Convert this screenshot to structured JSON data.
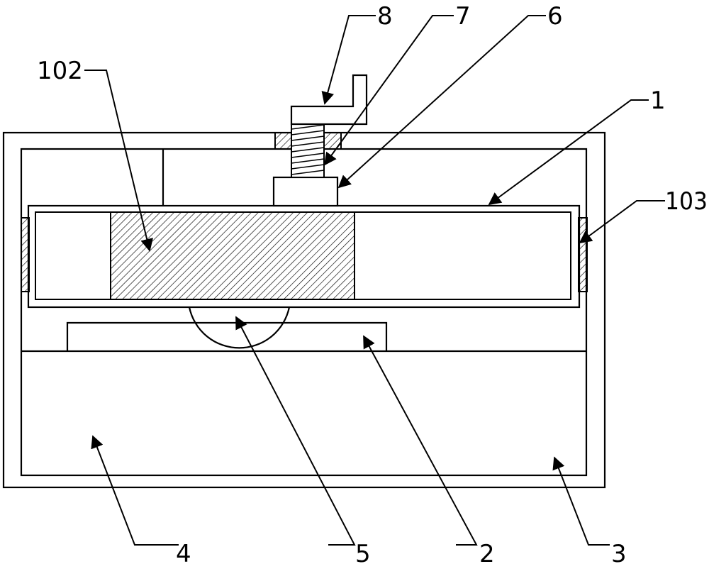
{
  "figure": {
    "labels": {
      "l1": "1",
      "l2": "2",
      "l3": "3",
      "l4": "4",
      "l5": "5",
      "l6": "6",
      "l7": "7",
      "l8": "8",
      "l102": "102",
      "l103": "103"
    },
    "colors": {
      "line": "#000000",
      "background": "#ffffff"
    }
  }
}
